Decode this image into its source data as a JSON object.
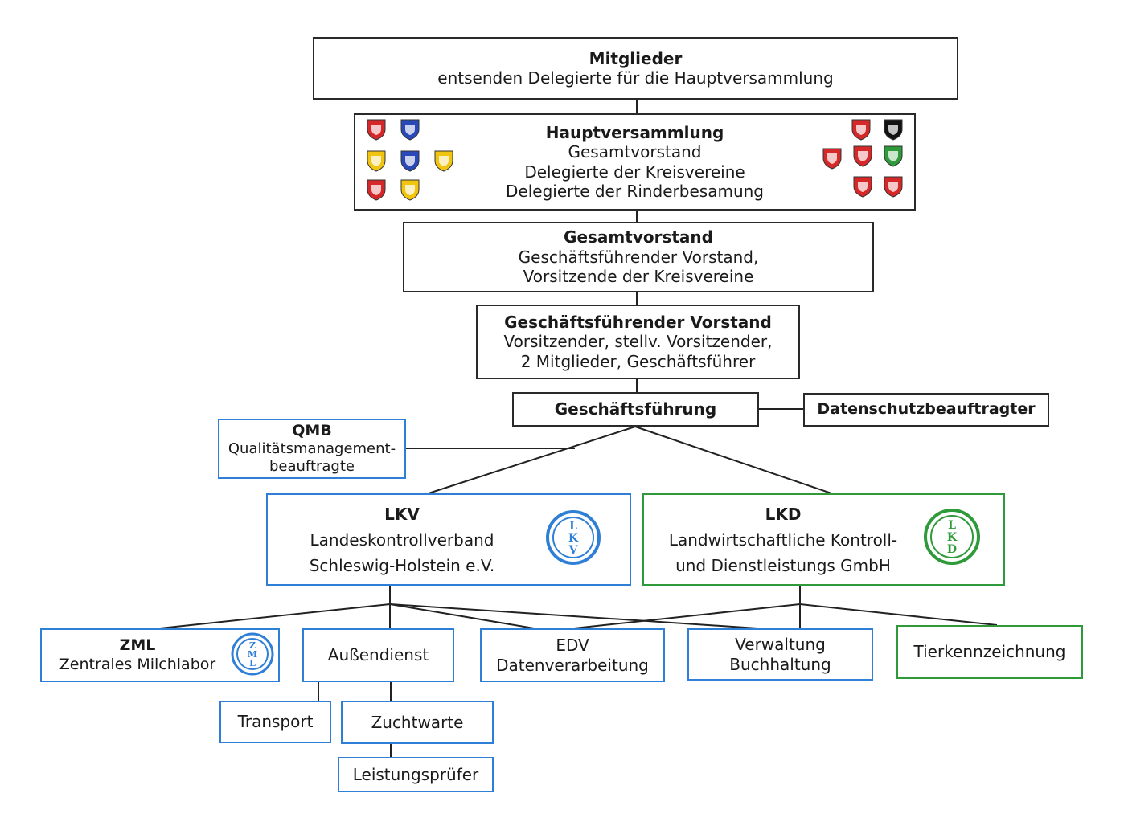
{
  "mitglieder": {
    "title": "Mitglieder",
    "line1": "entsenden Delegierte für die Hauptversammlung"
  },
  "hauptversammlung": {
    "title": "Hauptversammlung",
    "lines": [
      "Gesamtvorstand",
      "Delegierte der Kreisvereine",
      "Delegierte der Rinderbesamung"
    ],
    "crest_colors": [
      "#d62828",
      "#2a49b8",
      "#f1c40f",
      "#2a49b8",
      "#f1c40f",
      "#d62828",
      "#f1c40f",
      "#d62828",
      "#111111",
      "#d62828",
      "#d62828",
      "#2e9a3a",
      "#d62828",
      "#d62828",
      "#2a49b8"
    ]
  },
  "gesamtvorstand": {
    "title": "Gesamtvorstand",
    "line1": "Geschäftsführender Vorstand,",
    "line2": "Vorsitzende der Kreisvereine"
  },
  "gfv": {
    "title": "Geschäftsführender Vorstand",
    "line1": "Vorsitzender, stellv. Vorsitzender,",
    "line2": "2 Mitglieder, Geschäftsführer"
  },
  "geschaeftsfuehrung": {
    "title": "Geschäftsführung"
  },
  "datenschutz": {
    "title": "Datenschutzbeauftragter"
  },
  "qmb": {
    "title": "QMB",
    "line1": "Qualitätsmanagement-",
    "line2": "beauftragte"
  },
  "lkv": {
    "title": "LKV",
    "line1": "Landeskontrollverband",
    "line2": "Schleswig-Holstein e.V.",
    "logo_text": "LKV",
    "color": "#2f7fd6"
  },
  "lkd": {
    "title": "LKD",
    "line1": "Landwirtschaftliche Kontroll-",
    "line2": "und Dienstleistungs GmbH",
    "logo_text": "LKD",
    "color": "#2e9a3a"
  },
  "zml": {
    "title": "ZML",
    "line1": "Zentrales Milchlabor",
    "logo_text": "ZML"
  },
  "aussendienst": {
    "title": "Außendienst"
  },
  "edv": {
    "title": "EDV",
    "line1": "Datenverarbeitung"
  },
  "verwaltung": {
    "title": "Verwaltung",
    "line1": "Buchhaltung"
  },
  "tierkennzeichnung": {
    "title": "Tierkennzeichnung"
  },
  "transport": {
    "title": "Transport"
  },
  "zuchtwarte": {
    "title": "Zuchtwarte"
  },
  "leistungspruefer": {
    "title": "Leistungsprüfer"
  }
}
